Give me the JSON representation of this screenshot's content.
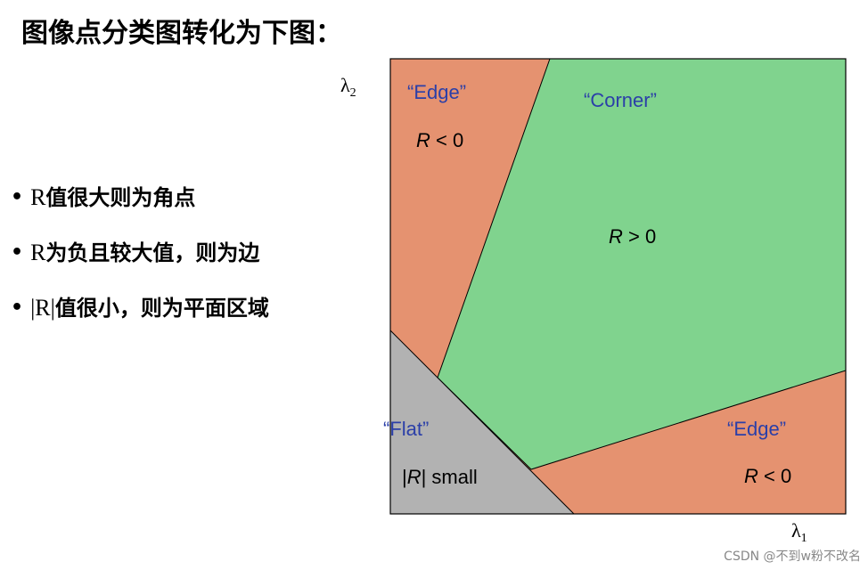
{
  "title": "图像点分类图转化为下图：",
  "bullets": [
    {
      "r": "R",
      "text": "值很大则为角点"
    },
    {
      "r": "R",
      "text": "为负且较大值，则为边"
    },
    {
      "r": "|R|",
      "text": "值很小，则为平面区域"
    }
  ],
  "bullet_symbol": "•",
  "axes": {
    "x_main": "λ",
    "x_sub": "1",
    "y_main": "λ",
    "y_sub": "2"
  },
  "regions": {
    "edge_top": {
      "name": "“Edge”",
      "cond_var": "R",
      "cond_rest": " < 0"
    },
    "corner": {
      "name": "“Corner”",
      "cond_var": "R",
      "cond_rest": " > 0"
    },
    "flat": {
      "name": "“Flat”",
      "cond_pre": "|",
      "cond_var": "R",
      "cond_rest": "| small"
    },
    "edge_bottom": {
      "name": "“Edge”",
      "cond_var": "R",
      "cond_rest": " < 0"
    }
  },
  "colors": {
    "edge": "#e59270",
    "corner": "#80d38e",
    "flat": "#b2b2b2",
    "label_blue": "#2b3fa8"
  },
  "watermark": "CSDN @不到w粉不改名"
}
